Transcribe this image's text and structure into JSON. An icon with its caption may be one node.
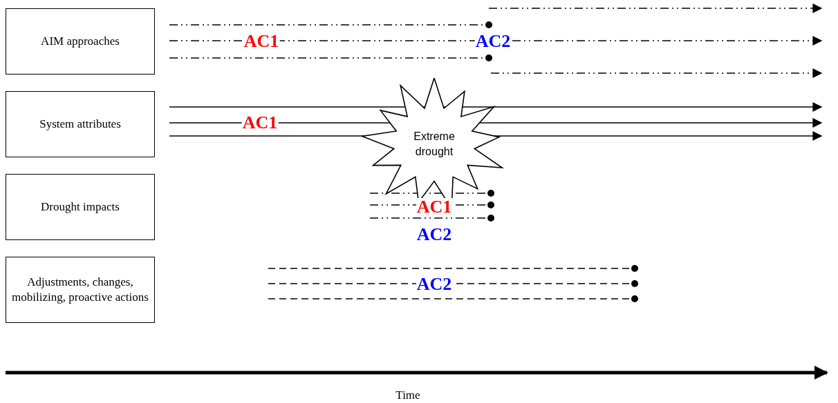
{
  "diagram": {
    "nodes": [
      {
        "text": [
          "AIM approaches"
        ]
      },
      {
        "text": [
          "System attributes"
        ]
      },
      {
        "text": [
          "Extreme drought"
        ]
      },
      {
        "text": [
          "Drought impacts"
        ]
      },
      {
        "text": [
          "Adjustments, changes, mobilizing, proactive actions"
        ]
      }
    ],
    "edges": [],
    "labels": [
      "AC1",
      "AC2",
      "AC1",
      "AC1",
      "AC2",
      "AC2",
      "Time"
    ]
  }
}
